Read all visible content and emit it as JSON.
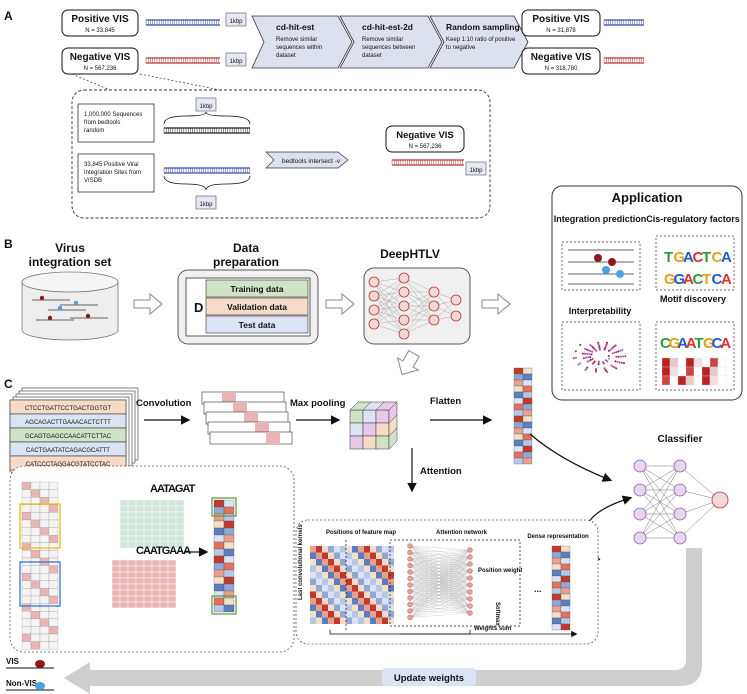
{
  "panel_a": {
    "letter": "A",
    "pos_vis_label": "Positive VIS",
    "pos_vis_count": "N = 33,845",
    "neg_vis_label": "Negative VIS",
    "neg_vis_count": "N = 567,236",
    "kbp": "1kbp",
    "step1_title": "cd-hit-est",
    "step1_desc1": "Remove similar",
    "step1_desc2": "sequences within",
    "step1_desc3": "dataset",
    "step2_title": "cd-hit-est-2d",
    "step2_desc1": "Remove similar",
    "step2_desc2": "sequences between",
    "step2_desc3": "dataset",
    "step3_title": "Random sampling",
    "step3_desc1": "Keep 1:10 ratio of positive",
    "step3_desc2": "to negative",
    "out_pos_label": "Positive VIS",
    "out_pos_count": "N = 31,878",
    "out_neg_label": "Negative VIS",
    "out_neg_count": "N = 318,780",
    "inset": {
      "random_line1": "1,000,000  Sequences",
      "random_line2": "from bedtools",
      "random_line3": "random",
      "pos_line1": "33,845 Positive Viral",
      "pos_line2": "Integration Sites from",
      "pos_line3": "VISDB",
      "tool": "bedtools intersect -v",
      "neg_label": "Negative VIS",
      "neg_count": "N = 567,236"
    }
  },
  "panel_b": {
    "letter": "B",
    "virus_line1": "Virus",
    "virus_line2": "integration set",
    "prep_line1": "Data",
    "prep_line2": "preparation",
    "d_label": "D",
    "train": "Training data",
    "valid": "Validation data",
    "test": "Test data",
    "model": "DeepHTLV",
    "application": "Application",
    "app_items": [
      "Integration prediction",
      "Cis-regulatory factors",
      "Interpretability",
      "Motif discovery"
    ]
  },
  "panel_c": {
    "letter": "C",
    "sequences": [
      "CTCCTGATTCCTGACTGGTGT",
      "AGCAGACTTGAAACACTCTTT",
      "GCAGTGAGCCAACATTCTTAC",
      "CACTGAATATCAGACGCATTT",
      "CATCCCTAGGACGTATCCTAC"
    ],
    "convolution": "Convolution",
    "max_pooling": "Max pooling",
    "flatten": "Flatten",
    "attention": "Attention",
    "classifier": "Classifier",
    "motif1": "AATAGAT",
    "motif2": "CAATGAAA",
    "positions": "Positions of feature map",
    "attention_network": "Attention network",
    "position_weight": "Position weight",
    "softmax": "Softmax",
    "last_conv": "Last convolutional kernels",
    "dense": "Dense representation",
    "weights_sum": "Weights sum",
    "ellipsis": "...",
    "update": "Update weights",
    "vis": "VIS",
    "non_vis": "Non-VIS"
  }
}
